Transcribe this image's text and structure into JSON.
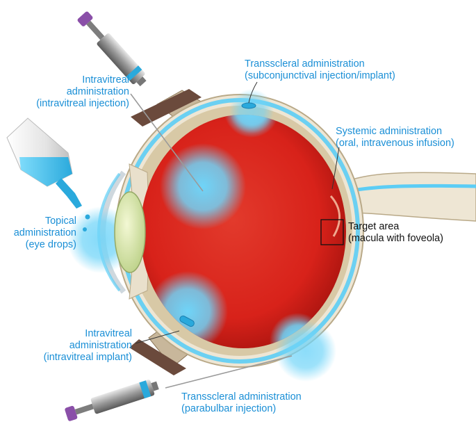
{
  "colors": {
    "label_blue": "#1a8fd6",
    "label_black": "#111111",
    "drug_cyan": "#5ccdf5",
    "retina_red": "#d8221a",
    "sclera": "#eee6d4",
    "syringe_plunger": "#8a4fa8",
    "lens": "#d9e8a8"
  },
  "labels": {
    "intravitreal_injection": {
      "line1": "Intravitreal",
      "line2": "administration",
      "line3": "(intravitreal injection)"
    },
    "transscleral_subconj": {
      "line1": "Transscleral administration",
      "line2": "(subconjunctival injection/implant)"
    },
    "systemic": {
      "line1": "Systemic administration",
      "line2": "(oral, intravenous infusion)"
    },
    "topical": {
      "line1": "Topical",
      "line2": "administration",
      "line3": "(eye drops)"
    },
    "target": {
      "line1": "Target area",
      "line2": "(macula with foveola)"
    },
    "intravitreal_implant": {
      "line1": "Intravitreal",
      "line2": "administration",
      "line3": "(intravitreal implant)"
    },
    "transscleral_parabulbar": {
      "line1": "Transscleral administration",
      "line2": "(parabulbar injection)"
    }
  },
  "icons": [
    "syringe-icon",
    "eye-drop-bottle-icon",
    "intravitreal-implant-icon",
    "subconjunctival-implant-icon"
  ]
}
